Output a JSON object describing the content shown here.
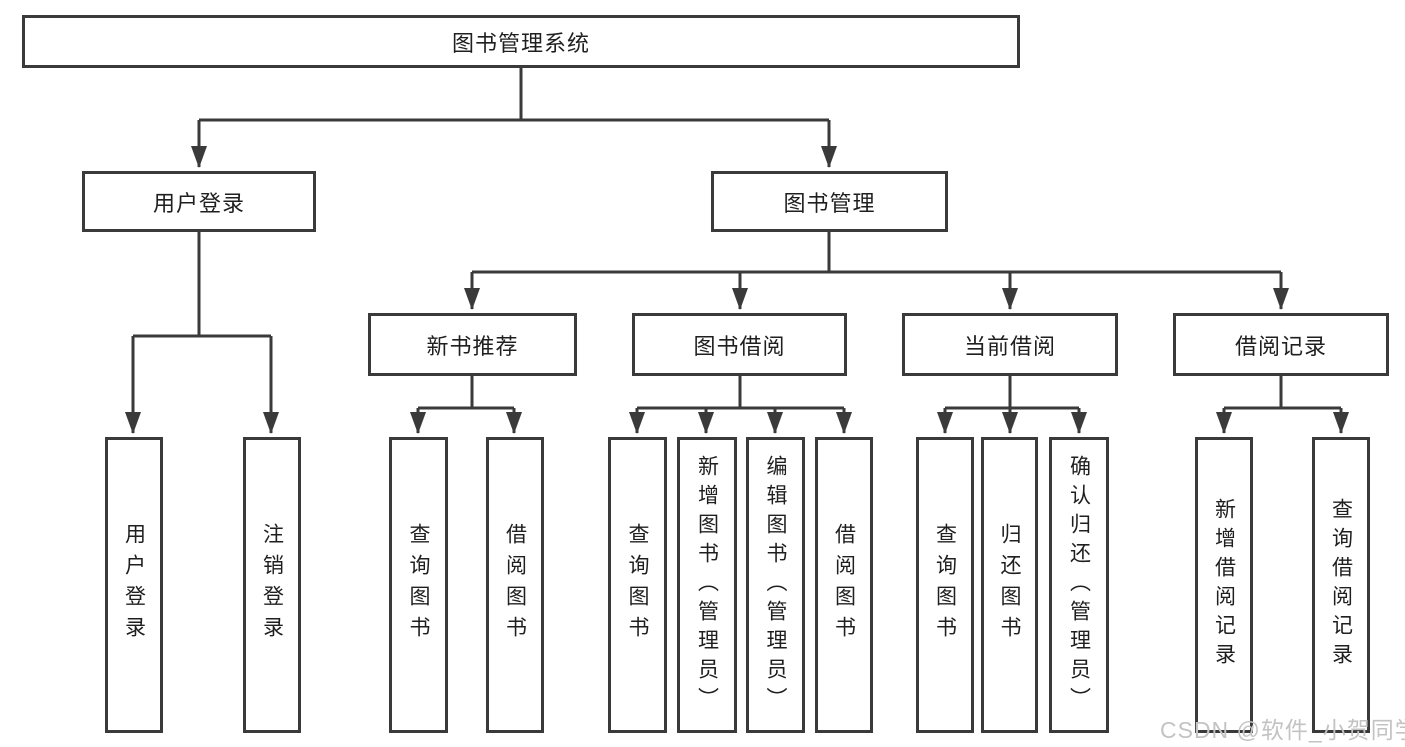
{
  "colors": {
    "line": "#3a3a3a",
    "box_border": "#3a3a3a",
    "box_background": "#ffffff",
    "text": "#1f1f1f",
    "watermark_text": "#c3c3c3",
    "background": "#ffffff"
  },
  "watermark": {
    "text": "CSDN @软件_小贺同学"
  },
  "tree": {
    "root": {
      "label": "图书管理系统"
    },
    "branches": [
      {
        "label": "用户登录",
        "leaves": [
          {
            "label": "用户登录"
          },
          {
            "label": "注销登录"
          }
        ]
      },
      {
        "label": "图书管理",
        "children": [
          {
            "label": "新书推荐",
            "leaves": [
              {
                "label": "查询图书"
              },
              {
                "label": "借阅图书"
              }
            ]
          },
          {
            "label": "图书借阅",
            "leaves": [
              {
                "label": "查询图书"
              },
              {
                "label": "新增图书（管理员）"
              },
              {
                "label": "编辑图书（管理员）"
              },
              {
                "label": "借阅图书"
              }
            ]
          },
          {
            "label": "当前借阅",
            "leaves": [
              {
                "label": "查询图书"
              },
              {
                "label": "归还图书"
              },
              {
                "label": "确认归还（管理员）"
              }
            ]
          },
          {
            "label": "借阅记录",
            "leaves": [
              {
                "label": "新增借阅记录"
              },
              {
                "label": "查询借阅记录"
              }
            ]
          }
        ]
      }
    ]
  }
}
